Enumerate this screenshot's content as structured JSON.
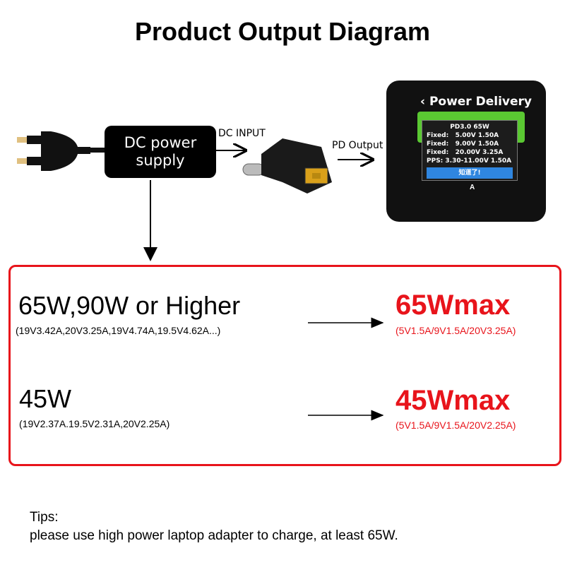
{
  "title": "Product Output Diagram",
  "diagram": {
    "power_supply_label_line1": "DC power",
    "power_supply_label_line2": "supply",
    "dc_input_label": "DC INPUT",
    "pd_output_label": "PD Output",
    "screen": {
      "header": "Power Delivery",
      "popup_title": "PD3.0 65W",
      "rows": [
        "Fixed:   5.00V 1.50A",
        "Fixed:   9.00V 1.50A",
        "Fixed:   20.00V 3.25A",
        "PPS: 3.30-11.00V 1.50A"
      ],
      "button": "知道了!",
      "footer": "A",
      "colors": {
        "bezel": "#111111",
        "green": "#5ac832",
        "blue": "#2f86e0"
      }
    }
  },
  "rows": [
    {
      "input": "65W,90W or Higher",
      "input_detail": "(19V3.42A,20V3.25A,19V4.74A,19.5V4.62A...)",
      "output": "65Wmax",
      "output_detail": "(5V1.5A/9V1.5A/20V3.25A)"
    },
    {
      "input": "45W",
      "input_detail": "(19V2.37A.19.5V2.31A,20V2.25A)",
      "output": "45Wmax",
      "output_detail": "(5V1.5A/9V1.5A/20V2.25A)"
    }
  ],
  "tips": {
    "heading": "Tips:",
    "text": "please use high power laptop adapter to charge, at least 65W."
  },
  "colors": {
    "accent": "#e8141b"
  }
}
